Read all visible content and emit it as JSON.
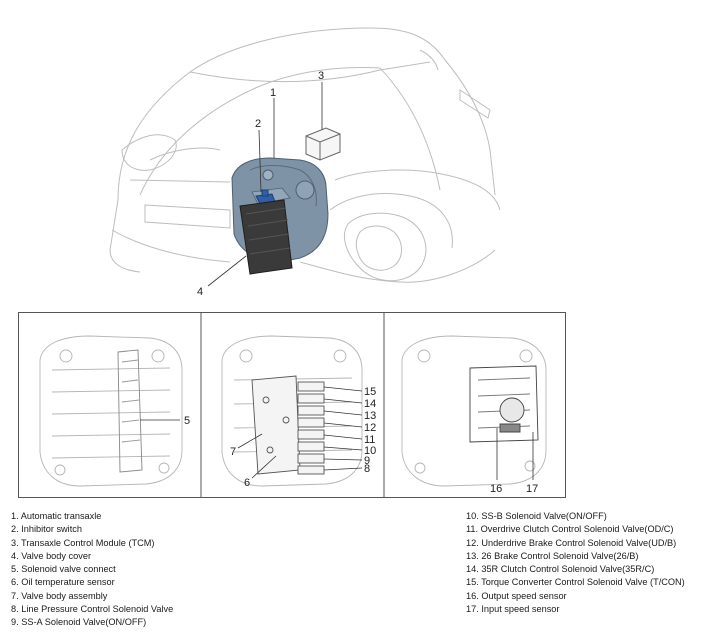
{
  "callouts": {
    "c1": "1",
    "c2": "2",
    "c3": "3",
    "c4": "4",
    "c5": "5",
    "c6": "6",
    "c7": "7",
    "c8": "8",
    "c9": "9",
    "c10": "10",
    "c11": "11",
    "c12": "12",
    "c13": "13",
    "c14": "14",
    "c15": "15",
    "c16": "16",
    "c17": "17"
  },
  "legend_left": [
    "1. Automatic transaxle",
    "2. Inhibitor switch",
    "3. Transaxle Control Module (TCM)",
    "4. Valve body cover",
    "5. Solenoid valve connect",
    "6. Oil temperature sensor",
    "7. Valve body assembly",
    "8. Line Pressure Control Solenoid Valve",
    "9. SS-A Solenoid Valve(ON/OFF)"
  ],
  "legend_right": [
    "10. SS-B Solenoid Valve(ON/OFF)",
    "11. Overdrive Clutch Control Solenoid Valve(OD/C)",
    "12. Underdrive Brake Control Solenoid Valve(UD/B)",
    "13. 26 Brake Control Solenoid Valve(26/B)",
    "14. 35R Clutch Control Solenoid Valve(35R/C)",
    "15. Torque Converter Control Solenoid Valve (T/CON)",
    "16. Output speed sensor",
    "17. Input speed sensor"
  ],
  "colors": {
    "line_art": "#b8b8b8",
    "transaxle_blue": "#7f93a6",
    "valve_cover_dark": "#3a3a3a",
    "inhibitor_blue": "#2f5fa8",
    "frame": "#555555"
  }
}
